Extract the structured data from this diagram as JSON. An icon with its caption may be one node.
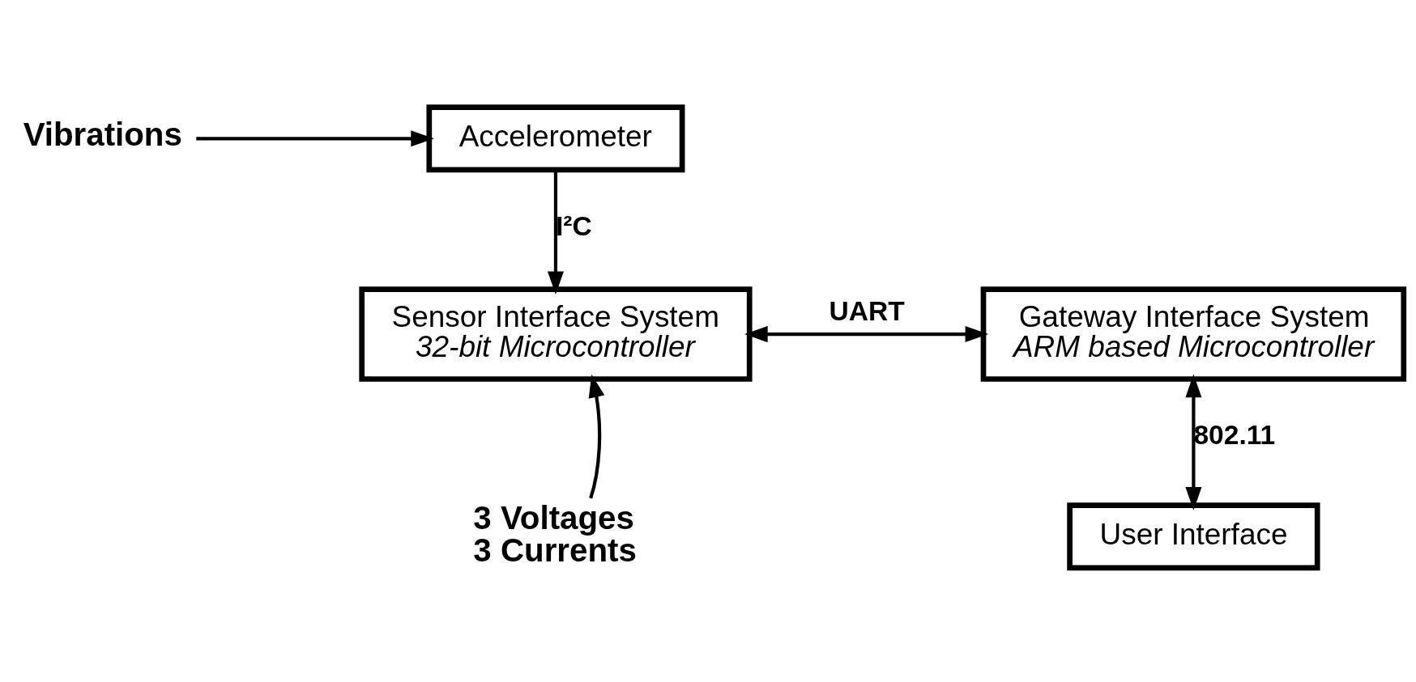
{
  "diagram": {
    "nodes": [
      {
        "text": [
          "Vibrations"
        ]
      },
      {
        "text": [
          "Accelerometer"
        ]
      },
      {
        "text": [
          "Sensor Interface System",
          "32-bit Microcontroller"
        ]
      },
      {
        "text": [
          "Gateway Interface System",
          "ARM based Microcontroller"
        ]
      },
      {
        "text": [
          "User Interface"
        ]
      },
      {
        "text": [
          "3 Voltages 3 Currents"
        ]
      }
    ],
    "edges": [
      {
        "from": 0,
        "to": 1,
        "arrow": "to"
      },
      {
        "from": 1,
        "to": 2,
        "arrow": "to",
        "label": "I²C"
      },
      {
        "from": 2,
        "to": 3,
        "arrow": "both",
        "label": "UART"
      },
      {
        "from": 3,
        "to": 4,
        "arrow": "both",
        "label": "802.11"
      },
      {
        "from": 5,
        "to": 2,
        "arrow": "to"
      }
    ]
  }
}
